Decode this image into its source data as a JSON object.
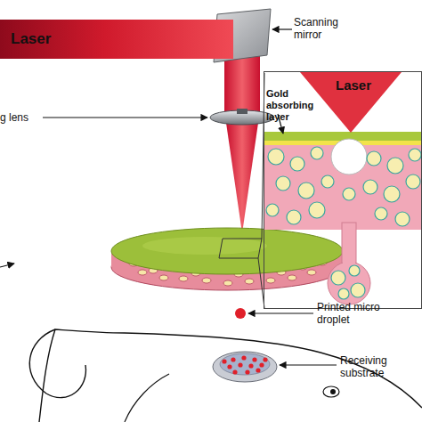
{
  "diagram": {
    "nodes": [
      {
        "text": [
          "Laser"
        ]
      },
      {
        "text": [
          "Gold absorbing layer"
        ]
      },
      {
        "text": [
          "Laser"
        ],
        "in": 1
      }
    ],
    "labels": [
      "Scanning mirror",
      "g lens",
      "Printed micro droplet",
      "Receiving substrate"
    ]
  }
}
